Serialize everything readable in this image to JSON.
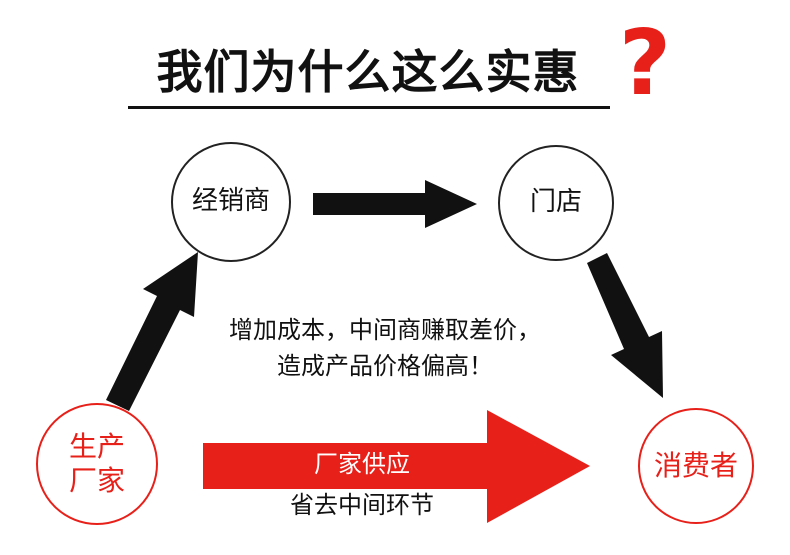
{
  "title": "我们为什么这么实惠",
  "question_mark": "?",
  "colors": {
    "accent_red": "#e8201a",
    "ink": "#111111"
  },
  "nodes": {
    "distributor": {
      "label": "经销商"
    },
    "store": {
      "label": "门店"
    },
    "producer": {
      "lines": [
        "生产",
        "厂家"
      ]
    },
    "consumer": {
      "label": "消费者"
    }
  },
  "description": {
    "line1": "增加成本，中间商赚取差价，",
    "line2": "造成产品价格偏高！"
  },
  "direct_supply": {
    "label": "厂家供应",
    "sublabel": "省去中间环节"
  }
}
